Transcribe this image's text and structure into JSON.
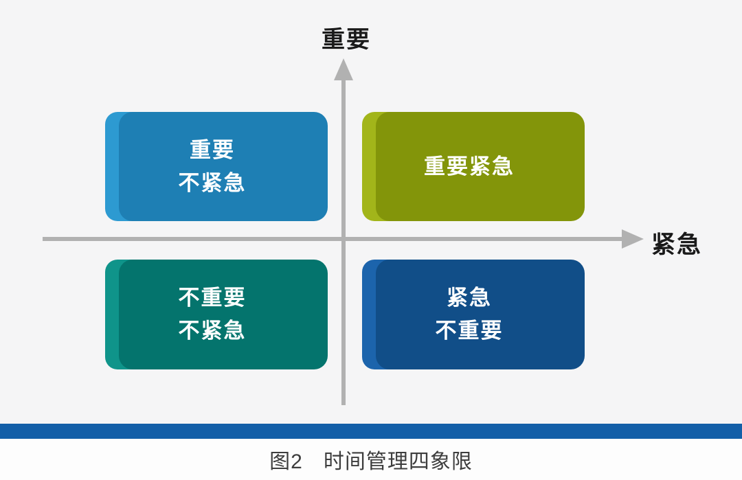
{
  "colors": {
    "background": "#F5F5F6",
    "axis": "#B1B1B1",
    "axis_label": "#1A1A1A",
    "box_text": "#FFFFFF",
    "quadrant_tl": "#2D9AD1",
    "quadrant_tl_edge": "#1E7FB4",
    "quadrant_tr": "#A2B51A",
    "quadrant_tr_edge": "#83950A",
    "quadrant_bl": "#0F948A",
    "quadrant_bl_edge": "#04746D",
    "quadrant_br": "#1C64AC",
    "quadrant_br_edge": "#114E88",
    "bottom_bar": "#135FA8",
    "caption_area": "#FDFDFD",
    "caption_text": "#3D3D3D"
  },
  "axes": {
    "y_label": "重要",
    "x_label": "紧急"
  },
  "quadrants": {
    "top_left": {
      "line1": "重要",
      "line2": "不紧急"
    },
    "top_right": {
      "line1": "重要紧急"
    },
    "bottom_left": {
      "line1": "不重要",
      "line2": "不紧急"
    },
    "bottom_right": {
      "line1": "紧急",
      "line2": "不重要"
    }
  },
  "caption": {
    "figure_label": "图2",
    "title": "时间管理四象限"
  }
}
